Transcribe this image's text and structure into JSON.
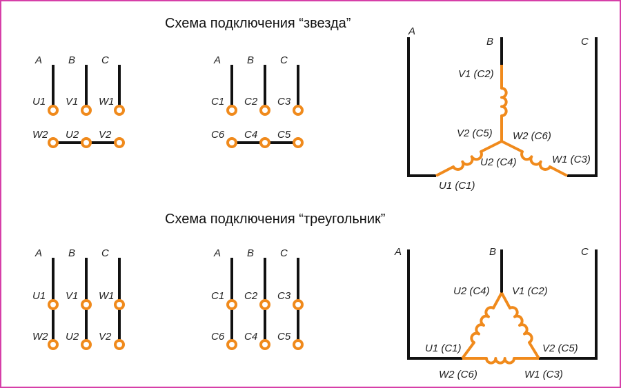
{
  "star": {
    "title": "Схема подключения “звезда”",
    "block1": {
      "phases": [
        "A",
        "B",
        "C"
      ],
      "top": [
        "U1",
        "V1",
        "W1"
      ],
      "bottom": [
        "W2",
        "U2",
        "V2"
      ]
    },
    "block2": {
      "phases": [
        "A",
        "B",
        "C"
      ],
      "top": [
        "C1",
        "C2",
        "C3"
      ],
      "bottom": [
        "C6",
        "C4",
        "C5"
      ]
    },
    "schematic": {
      "phases": [
        "A",
        "B",
        "C"
      ],
      "labels": [
        "V1 (C2)",
        "V2 (C5)",
        "W2 (C6)",
        "U2 (C4)",
        "W1 (C3)",
        "U1 (C1)"
      ]
    }
  },
  "delta": {
    "title": "Схема подключения “треугольник”",
    "block1": {
      "phases": [
        "A",
        "B",
        "C"
      ],
      "top": [
        "U1",
        "V1",
        "W1"
      ],
      "bottom": [
        "W2",
        "U2",
        "V2"
      ]
    },
    "block2": {
      "phases": [
        "A",
        "B",
        "C"
      ],
      "top": [
        "C1",
        "C2",
        "C3"
      ],
      "bottom": [
        "C6",
        "C4",
        "C5"
      ]
    },
    "schematic": {
      "phases": [
        "A",
        "B",
        "C"
      ],
      "labels": [
        "U2 (C4)",
        "V1 (C2)",
        "U1 (C1)",
        "V2 (C5)",
        "W2 (C6)",
        "W1 (C3)"
      ]
    }
  },
  "colors": {
    "winding": "#f08a1c",
    "wire": "#111111",
    "border": "#d63fa8"
  }
}
